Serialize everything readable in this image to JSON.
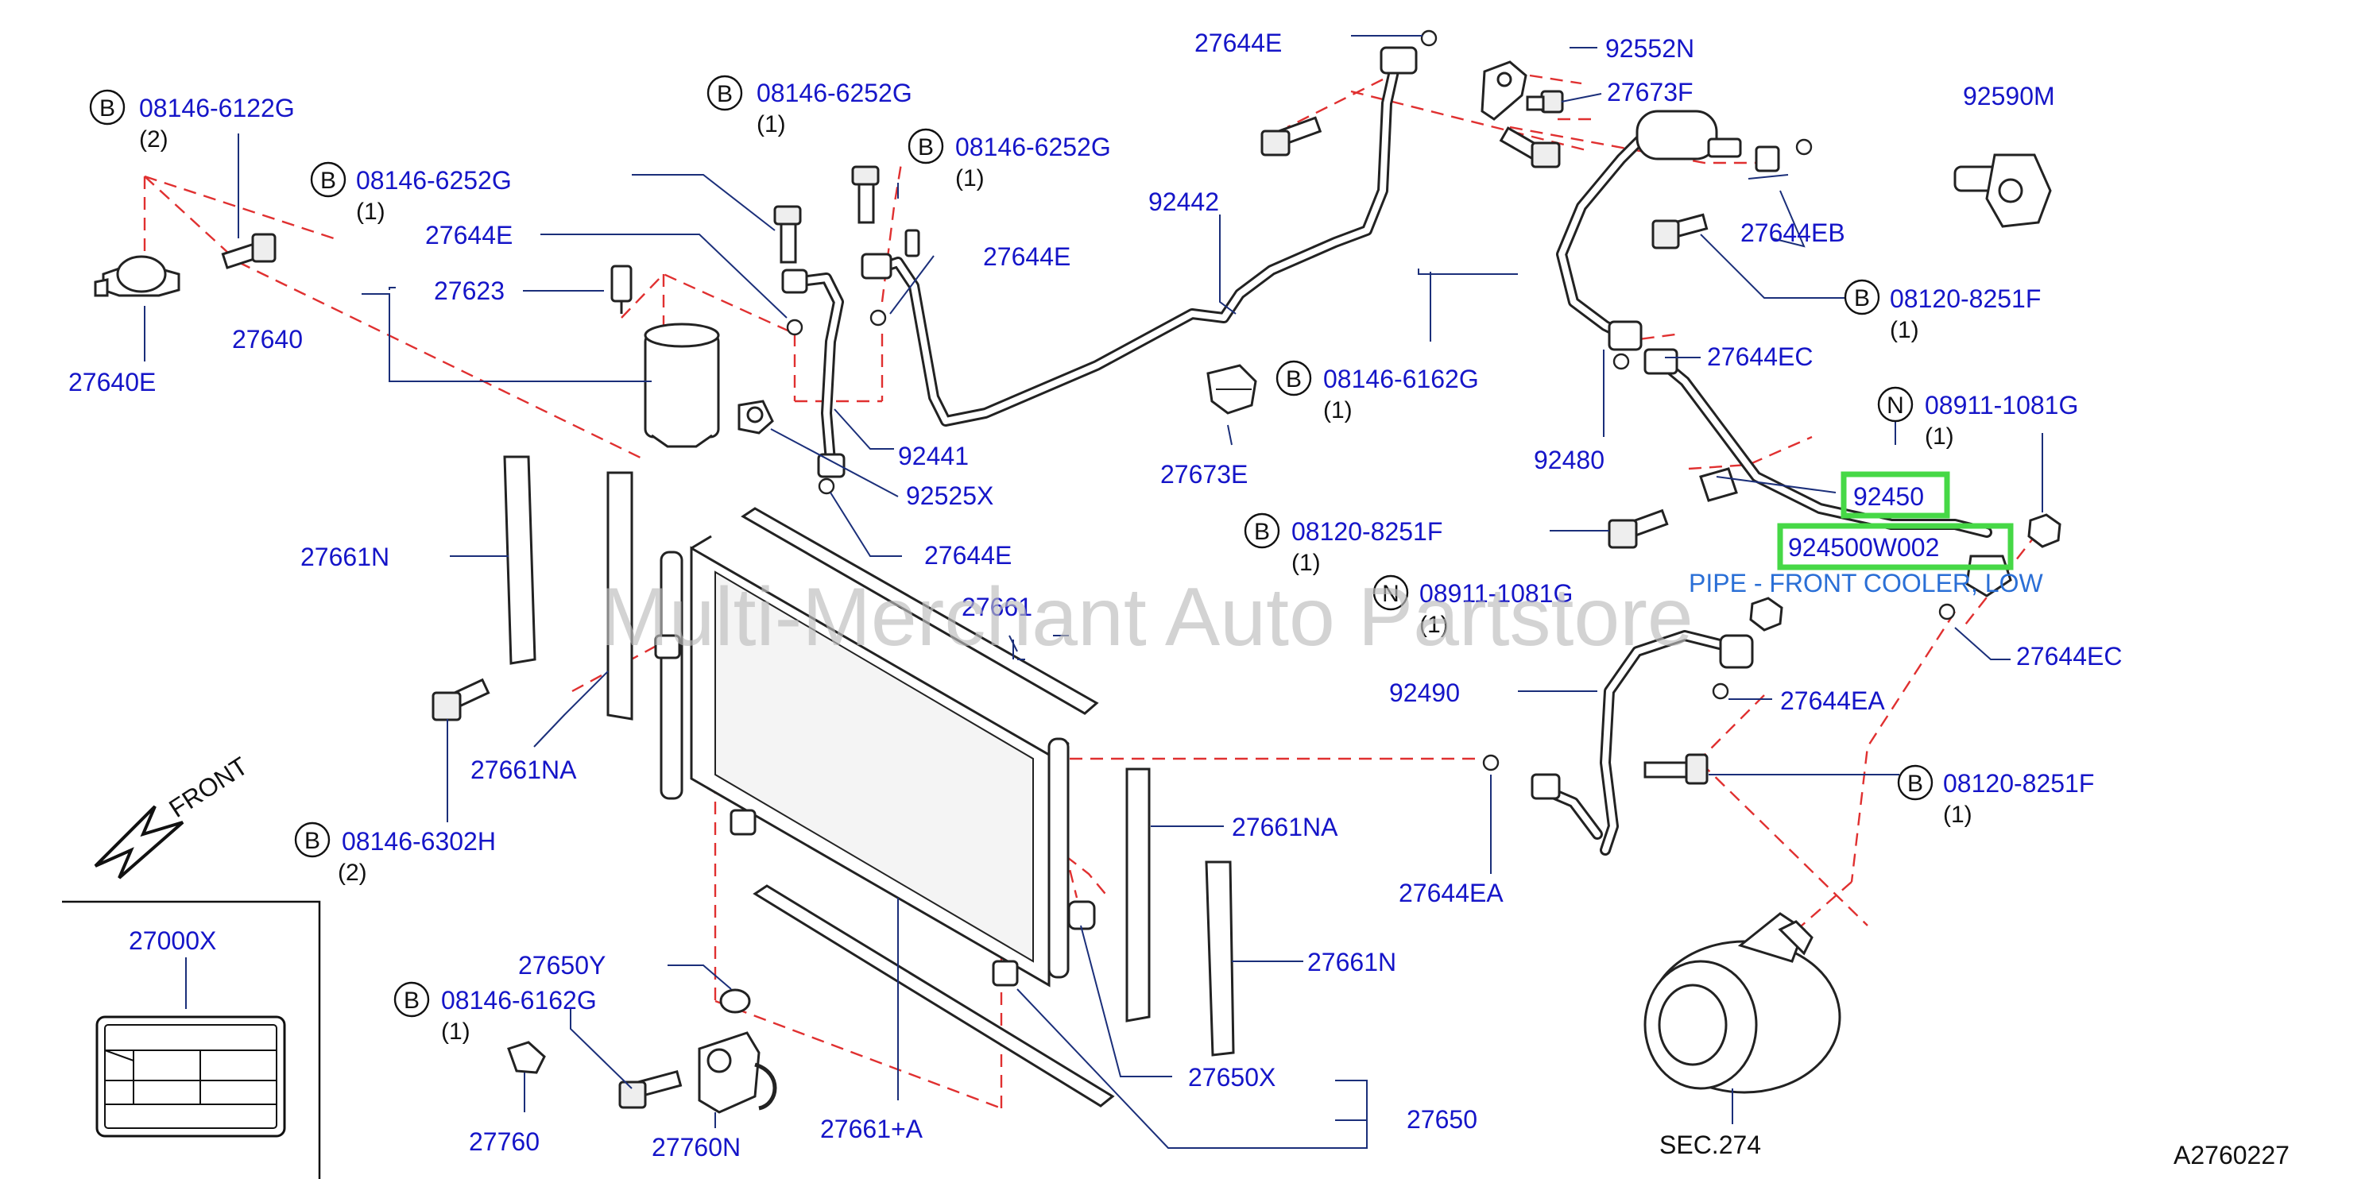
{
  "diagram": {
    "watermark": "Multi-Merchant Auto Partstore",
    "figure_code": "A2760227",
    "direction_label": "FRONT",
    "section_ref": "SEC.274",
    "pipe_caption": "PIPE - FRONT COOLER, LOW",
    "highlighted_parts": [
      "92450",
      "924500W002"
    ],
    "bolt_prefixes": {
      "b": "B",
      "n": "N"
    },
    "colors": {
      "label": "#1515c8",
      "leader_dash": "#e03030",
      "highlight": "#46d846"
    },
    "parts": {
      "p_08146_6122G": "08146-6122G",
      "p_08146_6122G_qty": "(2)",
      "p_08146_6252G_a": "08146-6252G",
      "p_08146_6252G_a_qty": "(1)",
      "p_08146_6252G_b": "08146-6252G",
      "p_08146_6252G_b_qty": "(1)",
      "p_08146_6252G_c": "08146-6252G",
      "p_08146_6252G_c_qty": "(1)",
      "p_27644E_top": "27644E",
      "p_27644E_left": "27644E",
      "p_27644E_mid": "27644E",
      "p_27644E_low": "27644E",
      "p_27623": "27623",
      "p_27640": "27640",
      "p_27640E": "27640E",
      "p_92442": "92442",
      "p_92441": "92441",
      "p_92525X": "92525X",
      "p_92552N": "92552N",
      "p_27673F": "27673F",
      "p_92590M": "92590M",
      "p_27644EB": "27644EB",
      "p_08120_8251F_a": "08120-8251F",
      "p_08120_8251F_a_qty": "(1)",
      "p_27644EC_a": "27644EC",
      "p_08146_6162G_a": "08146-6162G",
      "p_08146_6162G_a_qty": "(1)",
      "p_27673E": "27673E",
      "p_92480": "92480",
      "p_08911_1081G_a": "08911-1081G",
      "p_08911_1081G_a_qty": "(1)",
      "p_92450": "92450",
      "p_924500W002": "924500W002",
      "p_08120_8251F_b": "08120-8251F",
      "p_08120_8251F_b_qty": "(1)",
      "p_08911_1081G_b": "08911-1081G",
      "p_08911_1081G_b_qty": "(1)",
      "p_27661N_a": "27661N",
      "p_27661": "27661",
      "p_27644EC_b": "27644EC",
      "p_92490": "92490",
      "p_27644EA_a": "27644EA",
      "p_27661NA_a": "27661NA",
      "p_08120_8251F_c": "08120-8251F",
      "p_08120_8251F_c_qty": "(1)",
      "p_08146_6302H": "08146-6302H",
      "p_08146_6302H_qty": "(2)",
      "p_27661NA_b": "27661NA",
      "p_27644EA_b": "27644EA",
      "p_27000X": "27000X",
      "p_27661N_b": "27661N",
      "p_27650Y": "27650Y",
      "p_08146_6162G_b": "08146-6162G",
      "p_08146_6162G_b_qty": "(1)",
      "p_27650X": "27650X",
      "p_27650": "27650",
      "p_27760": "27760",
      "p_27760N": "27760N",
      "p_27661A": "27661+A"
    }
  }
}
